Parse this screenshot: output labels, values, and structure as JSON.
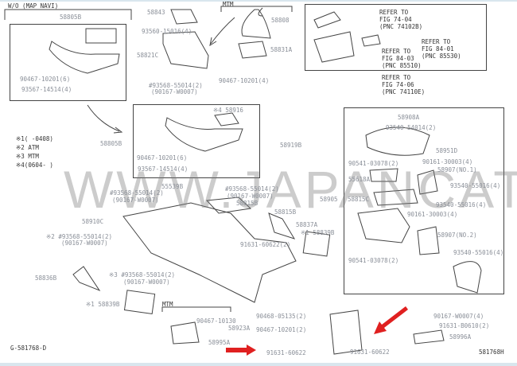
{
  "header": {
    "wo_map_navi": "W/O (MAP NAVI)",
    "mtm_top": "MTM",
    "mtm_bottom": "MTM"
  },
  "legend": [
    "※1(     -0408)",
    "※2 ATM",
    "※3 MTM",
    "※4(0604-     )"
  ],
  "refer": [
    {
      "l1": "REFER TO",
      "l2": "FIG 74-04",
      "l3": "(PNC 74102B)"
    },
    {
      "l1": "REFER TO",
      "l2": "FIG 84-01",
      "l3": "(PNC 85530)"
    },
    {
      "l1": "REFER TO",
      "l2": "FIG 84-03",
      "l3": "(PNC 85510)"
    },
    {
      "l1": "REFER TO",
      "l2": "FIG 74-06",
      "l3": "(PNC 74110E)"
    }
  ],
  "labels": [
    "58805B",
    "90467-10201(6)",
    "93567-14514(4)",
    "58843",
    "93560-15016(4)",
    "58821C",
    "90467-10201(4)",
    "#93568-55014(2)",
    "(90167-W0007)",
    "※4 58916",
    "58805B",
    "58919B",
    "90467-10201(6)",
    "93567-14514(4)",
    "58808",
    "58831A",
    "58908A",
    "93540-54014(2)",
    "58951D",
    "90541-03078(2)",
    "90161-30003(4)",
    "58907(NO.1)",
    "55618A",
    "93540-55016(4)",
    "58905",
    "58815C",
    "93540-55016(4)",
    "90161-30003(4)",
    "58907(NO.2)",
    "93540-55016(4)",
    "90541-03078(2)",
    "90167-W0007(4)",
    "91631-B0610(2)",
    "58996A",
    "55539B",
    "#93568-55014(2)",
    "(90167-W0007)",
    "#93568-55014(2)",
    "(90167-W0007)",
    "58815B",
    "58815B",
    "58837A",
    "※1 58839B",
    "58910C",
    "※2 #93568-55014(2)",
    "(90167-W0007)",
    "91631-60622(2)",
    "58836B",
    "※3 #93568-55014(2)",
    "(90167-W0007)",
    "※1 58839B",
    "90467-10130",
    "58923A",
    "58995A",
    "90468-05135(2)",
    "90467-10201(2)",
    "91631-60622",
    "91631-60622"
  ],
  "codes": {
    "left": "G-581768-D",
    "right": "581768H"
  },
  "watermark": "WWW.JAPANCATS.RU",
  "colors": {
    "arrow": "#e02020",
    "line": "#444444",
    "label": "#8a8f98"
  }
}
